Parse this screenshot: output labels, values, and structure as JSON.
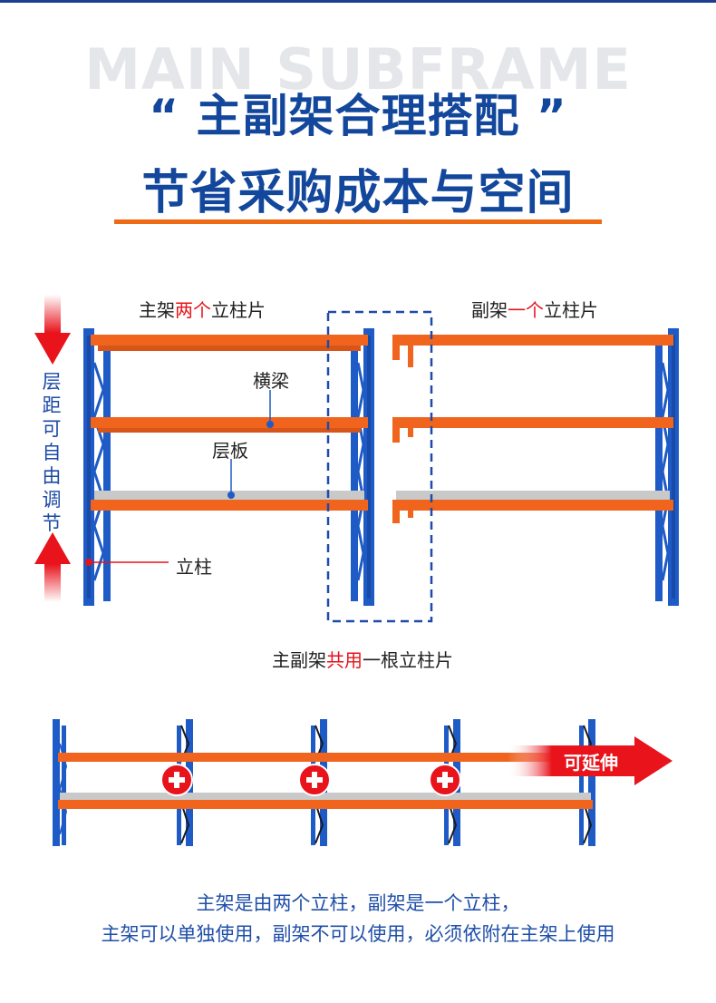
{
  "header": {
    "watermark": "MAIN SUBFRAME",
    "title_line1": "“ 主副架合理搭配 ”",
    "title_line2": "节省采购成本与空间"
  },
  "diagram": {
    "main_caption": {
      "pre": "主架",
      "highlight": "两个",
      "post": "立柱片"
    },
    "sub_caption": {
      "pre": "副架",
      "highlight": "一个",
      "post": "立柱片"
    },
    "side_text": "层距可自由调节",
    "labels": {
      "beam": "横梁",
      "shelf": "层板",
      "upright": "立柱"
    },
    "shared_caption": {
      "pre": "主副架",
      "highlight": "共用",
      "post": "一根立柱片"
    },
    "extend_label": "可延伸"
  },
  "footer": {
    "line1": "主架是由两个立柱，副架是一个立柱，",
    "line2": "主架可以单独使用，副架不可以使用，必须依附在主架上使用"
  },
  "colors": {
    "title_blue": "#13479c",
    "accent_orange": "#ef6a15",
    "upright_blue": "#1e5bc6",
    "beam_orange": "#f0641e",
    "highlight_red": "#e8131b"
  }
}
